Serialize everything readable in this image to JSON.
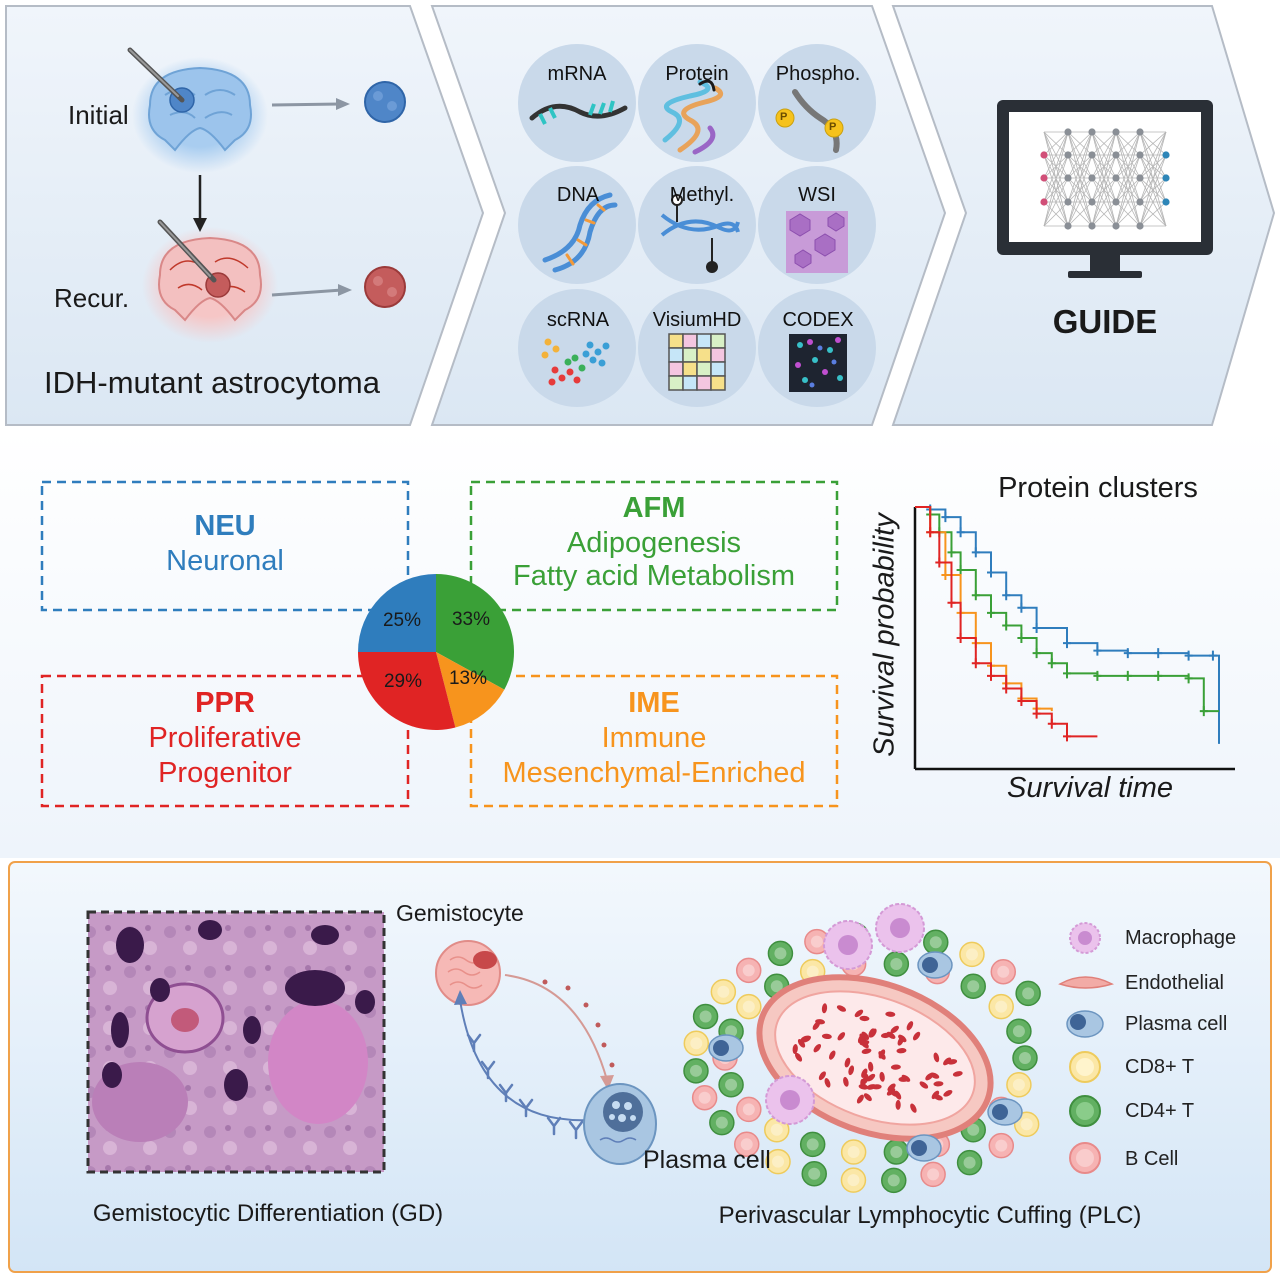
{
  "top": {
    "initial_label": "Initial",
    "recur_label": "Recur.",
    "tumor_label": "IDH-mutant astrocytoma",
    "omics": [
      "mRNA",
      "Protein",
      "Phospho.",
      "DNA",
      "Methyl.",
      "WSI",
      "scRNA",
      "VisiumHD",
      "CODEX"
    ],
    "phospho_marker": "P",
    "model_label": "GUIDE"
  },
  "clusters": [
    {
      "code": "NEU",
      "name_lines": [
        "Neuronal"
      ],
      "color": "#2f7dbd"
    },
    {
      "code": "AFM",
      "name_lines": [
        "Adipogenesis",
        "Fatty acid Metabolism"
      ],
      "color": "#3aa037"
    },
    {
      "code": "PPR",
      "name_lines": [
        "Proliferative",
        "Progenitor"
      ],
      "color": "#e02424"
    },
    {
      "code": "IME",
      "name_lines": [
        "Immune",
        "Mesenchymal-Enriched"
      ],
      "color": "#f7941d"
    }
  ],
  "chart_data": [
    {
      "type": "pie",
      "categories": [
        "NEU",
        "AFM",
        "IME",
        "PPR"
      ],
      "values": [
        25,
        33,
        13,
        29
      ],
      "labels": [
        "25%",
        "33%",
        "13%",
        "29%"
      ],
      "colors": [
        "#2f7dbd",
        "#3aa037",
        "#f7941d",
        "#e02424"
      ]
    },
    {
      "type": "line",
      "title": "Protein clusters",
      "xlabel": "Survival time",
      "ylabel": "Survival probability",
      "ylim": [
        0,
        1
      ],
      "xlim": [
        0,
        100
      ],
      "grid": false,
      "series": [
        {
          "color": "#2f7dbd",
          "x": [
            0,
            5,
            10,
            15,
            20,
            25,
            30,
            35,
            40,
            50,
            60,
            70,
            80,
            90,
            98,
            100
          ],
          "y": [
            1.0,
            0.99,
            0.96,
            0.9,
            0.82,
            0.74,
            0.65,
            0.6,
            0.52,
            0.46,
            0.43,
            0.42,
            0.42,
            0.41,
            0.41,
            0.06
          ]
        },
        {
          "color": "#3aa037",
          "x": [
            0,
            5,
            8,
            12,
            15,
            20,
            25,
            30,
            35,
            40,
            45,
            50,
            60,
            70,
            80,
            90,
            95,
            100
          ],
          "y": [
            1.0,
            0.97,
            0.9,
            0.82,
            0.75,
            0.65,
            0.58,
            0.53,
            0.48,
            0.42,
            0.38,
            0.34,
            0.33,
            0.33,
            0.33,
            0.32,
            0.19,
            0.19
          ]
        },
        {
          "color": "#f7941d",
          "x": [
            0,
            5,
            10,
            15,
            20,
            25,
            30,
            35,
            40,
            45
          ],
          "y": [
            1.0,
            0.9,
            0.73,
            0.58,
            0.46,
            0.37,
            0.3,
            0.24,
            0.2,
            0.19
          ]
        },
        {
          "color": "#e02424",
          "x": [
            0,
            5,
            8,
            12,
            15,
            20,
            25,
            30,
            35,
            40,
            45,
            50,
            60
          ],
          "y": [
            1.0,
            0.9,
            0.78,
            0.62,
            0.48,
            0.38,
            0.33,
            0.28,
            0.23,
            0.18,
            0.14,
            0.09,
            0.09
          ]
        }
      ]
    }
  ],
  "bottom": {
    "gemistocyte_label": "Gemistocyte",
    "plasma_label": "Plasma cell",
    "gd_caption": "Gemistocytic Differentiation (GD)",
    "plc_caption": "Perivascular Lymphocytic Cuffing (PLC)",
    "legend": [
      {
        "label": "Macrophage",
        "icon": "macrophage-icon",
        "color": "#e8b8e8"
      },
      {
        "label": "Endothelial",
        "icon": "endothelial-icon",
        "color": "#f0a5a0"
      },
      {
        "label": "Plasma cell",
        "icon": "plasma-cell-icon",
        "color": "#5a8fc6"
      },
      {
        "label": "CD8+ T",
        "icon": "cd8-t-icon",
        "color": "#fbe39b"
      },
      {
        "label": "CD4+ T",
        "icon": "cd4-t-icon",
        "color": "#5aad5a"
      },
      {
        "label": "B Cell",
        "icon": "b-cell-icon",
        "color": "#f3a8a8"
      }
    ]
  }
}
